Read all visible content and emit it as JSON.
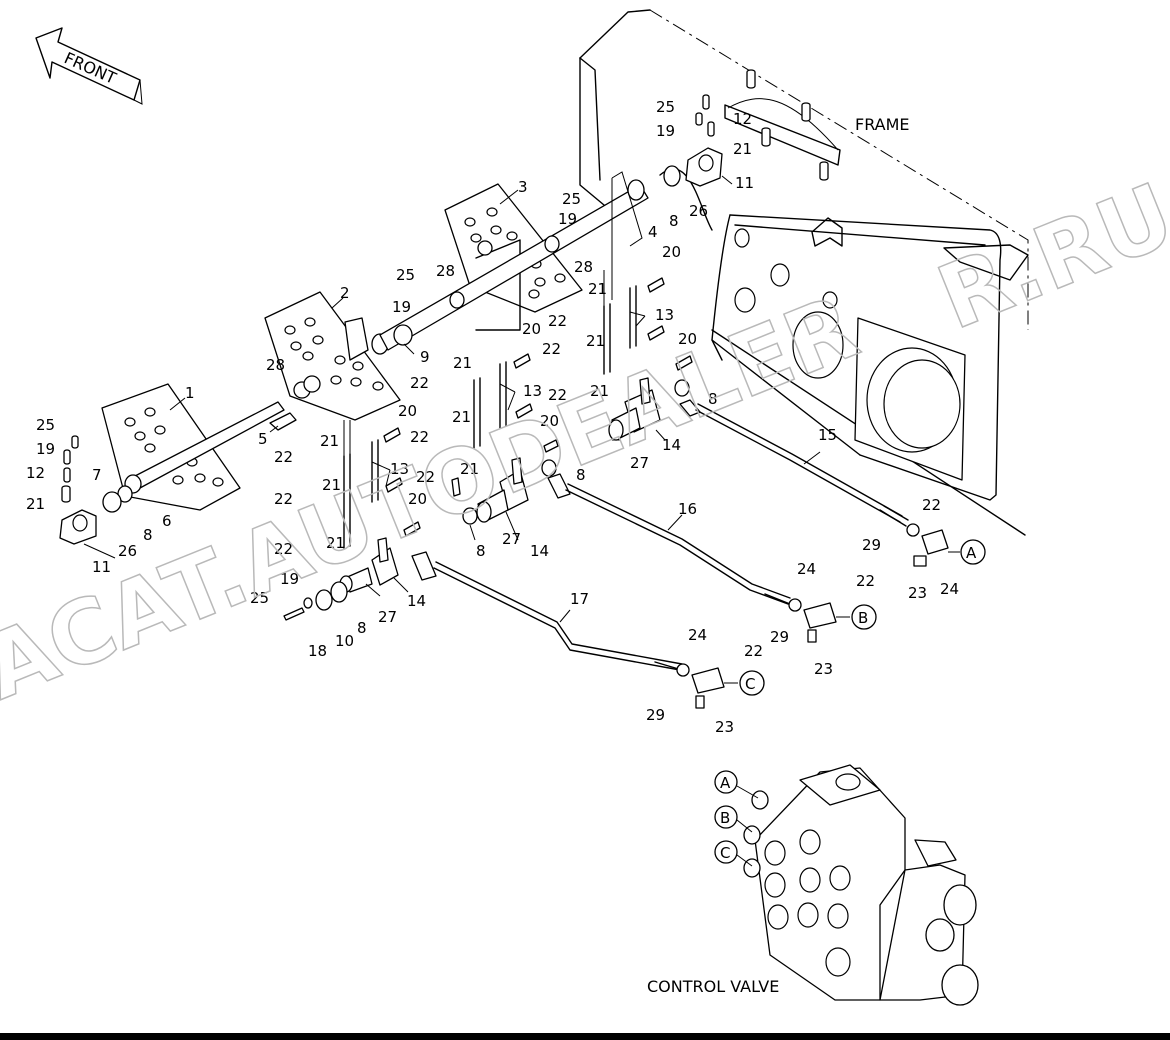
{
  "diagram": {
    "front_label": "FRONT",
    "frame_label": "FRAME",
    "control_valve_label": "CONTROL VALVE",
    "watermark_primary": "ACAT.AUTODEALER",
    "watermark_secondary": "R.RU",
    "connectors": [
      {
        "id": "A",
        "label": "A"
      },
      {
        "id": "B",
        "label": "B"
      },
      {
        "id": "C",
        "label": "C"
      }
    ],
    "part_numbers": [
      "1",
      "2",
      "3",
      "4",
      "5",
      "7",
      "8",
      "9",
      "10",
      "11",
      "12",
      "13",
      "14",
      "15",
      "16",
      "17",
      "18",
      "19",
      "20",
      "21",
      "22",
      "23",
      "24",
      "25",
      "26",
      "27",
      "28",
      "29"
    ],
    "colors": {
      "line": "#000000",
      "background": "#ffffff",
      "watermark": "#b9b9b9"
    }
  }
}
